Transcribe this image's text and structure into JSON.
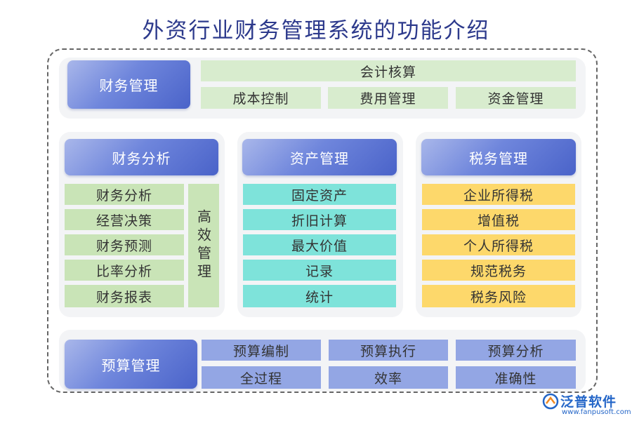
{
  "title": "外资行业财务管理系统的功能介绍",
  "finance_mgmt": {
    "header": "财务管理",
    "top_item": "会计核算",
    "items": [
      "成本控制",
      "费用管理",
      "资金管理"
    ]
  },
  "finance_analysis": {
    "header": "财务分析",
    "items": [
      "财务分析",
      "经营决策",
      "财务预测",
      "比率分析",
      "财务报表"
    ],
    "side_label": "高效管理"
  },
  "asset_mgmt": {
    "header": "资产管理",
    "items": [
      "固定资产",
      "折旧计算",
      "最大价值",
      "记录",
      "统计"
    ]
  },
  "tax_mgmt": {
    "header": "税务管理",
    "items": [
      "企业所得税",
      "增值税",
      "个人所得税",
      "规范税务",
      "税务风险"
    ]
  },
  "budget_mgmt": {
    "header": "预算管理",
    "row1": [
      "预算编制",
      "预算执行",
      "预算分析"
    ],
    "row2": [
      "全过程",
      "效率",
      "准确性"
    ]
  },
  "logo": {
    "name": "泛普软件",
    "url": "www.fanpusoft.com"
  },
  "colors": {
    "header_blue": "#5a72d2",
    "green_light": "#d8ecce",
    "green": "#c9e4b7",
    "teal": "#7ee3da",
    "yellow": "#fdd86b",
    "budget_blue": "#93a6e4",
    "title": "#2d3a8c"
  }
}
